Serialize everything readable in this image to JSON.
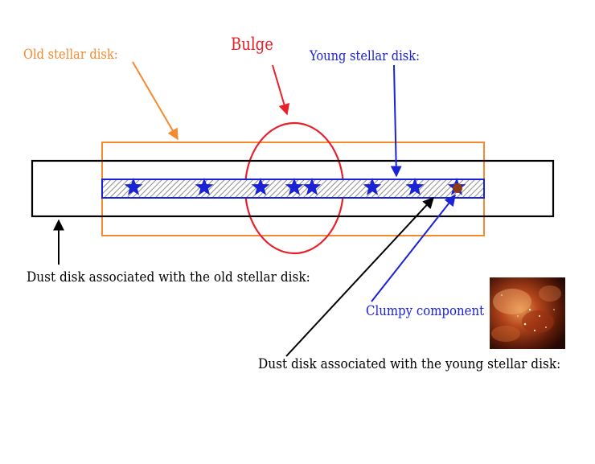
{
  "labels": {
    "old_stellar_disk": "Old stellar disk:",
    "bulge": "Bulge",
    "young_stellar_disk": "Young stellar disk:",
    "dust_old": "Dust disk associated with the old stellar disk:",
    "clumpy": "Clumpy component",
    "dust_young": "Dust disk associated with the young stellar disk:"
  },
  "colors": {
    "old_disk": "#f5892e",
    "bulge": "#e8202a",
    "young_disk": "#1a22d6",
    "dust": "#000000",
    "star": "#1a22d6",
    "hatch": "#8a8a8a",
    "clump": "#8b3a1a"
  },
  "icons": {
    "stars": "star-icon",
    "clump": "clump-icon",
    "image": "nebula-image"
  }
}
